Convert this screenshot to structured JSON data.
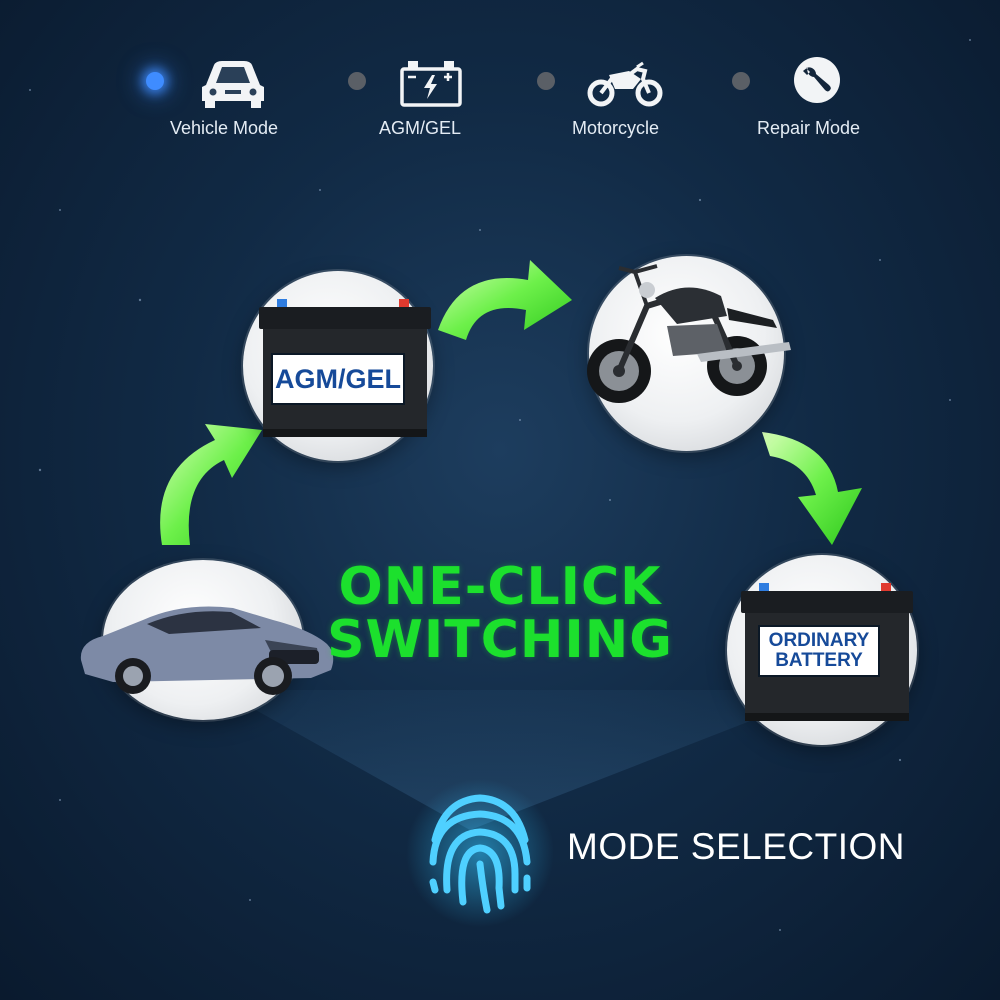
{
  "modes": [
    {
      "label": "Vehicle Mode",
      "icon": "car-icon",
      "active": true
    },
    {
      "label": "AGM/GEL",
      "icon": "battery-icon",
      "active": false
    },
    {
      "label": "Motorcycle",
      "icon": "motorcycle-icon",
      "active": false
    },
    {
      "label": "Repair Mode",
      "icon": "wrench-icon",
      "active": false
    }
  ],
  "cycle": {
    "agm_label": "AGM/GEL",
    "ordinary_label_line1": "ORDINARY",
    "ordinary_label_line2": "BATTERY"
  },
  "headline": {
    "line1": "ONE-CLICK",
    "line2": "SWITCHING"
  },
  "mode_selection": {
    "label": "MODE SELECTION",
    "icon": "fingerprint-icon"
  },
  "colors": {
    "accent_green": "#1ce02d",
    "active_blue": "#3f8cff",
    "background": "#112a45"
  }
}
